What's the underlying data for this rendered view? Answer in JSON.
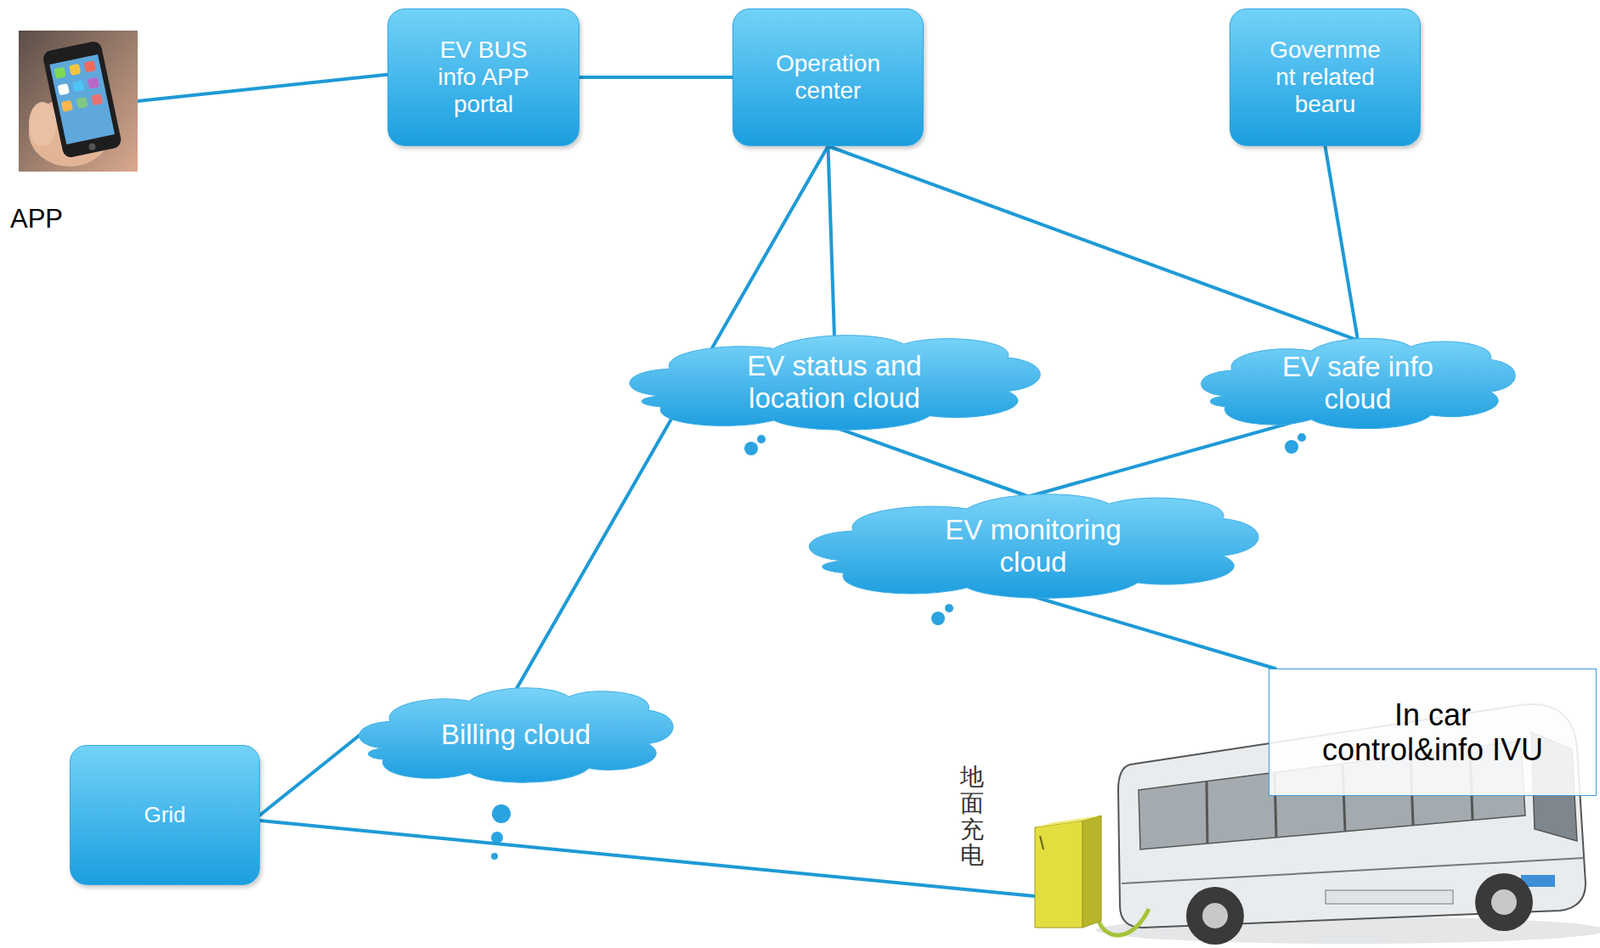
{
  "diagram": {
    "nodes": [
      {
        "text": [
          "APP"
        ]
      },
      {
        "text": [
          "EV BUS info APP portal"
        ]
      },
      {
        "text": [
          "Operation center"
        ]
      },
      {
        "text": [
          "Governme nt related bearu"
        ]
      },
      {
        "text": [
          "EV status and location cloud"
        ]
      },
      {
        "text": [
          "EV safe info cloud"
        ]
      },
      {
        "text": [
          "EV monitoring cloud"
        ]
      },
      {
        "text": [
          "In car control&info IVU"
        ]
      },
      {
        "text": [
          "Billing cloud"
        ]
      },
      {
        "text": [
          "Grid"
        ]
      },
      {
        "text": [
          "地面充电"
        ]
      }
    ],
    "edges": [
      {
        "from": 0,
        "to": 1,
        "arrow": "none"
      },
      {
        "from": 1,
        "to": 2,
        "arrow": "none"
      },
      {
        "from": 2,
        "to": 4,
        "arrow": "none"
      },
      {
        "from": 2,
        "to": 5,
        "arrow": "none"
      },
      {
        "from": 2,
        "to": 8,
        "arrow": "none"
      },
      {
        "from": 3,
        "to": 5,
        "arrow": "none"
      },
      {
        "from": 4,
        "to": 6,
        "arrow": "none"
      },
      {
        "from": 5,
        "to": 6,
        "arrow": "none"
      },
      {
        "from": 6,
        "to": 7,
        "arrow": "none"
      },
      {
        "from": 9,
        "to": 8,
        "arrow": "none"
      },
      {
        "from": 9,
        "to": 10,
        "arrow": "none"
      }
    ]
  }
}
